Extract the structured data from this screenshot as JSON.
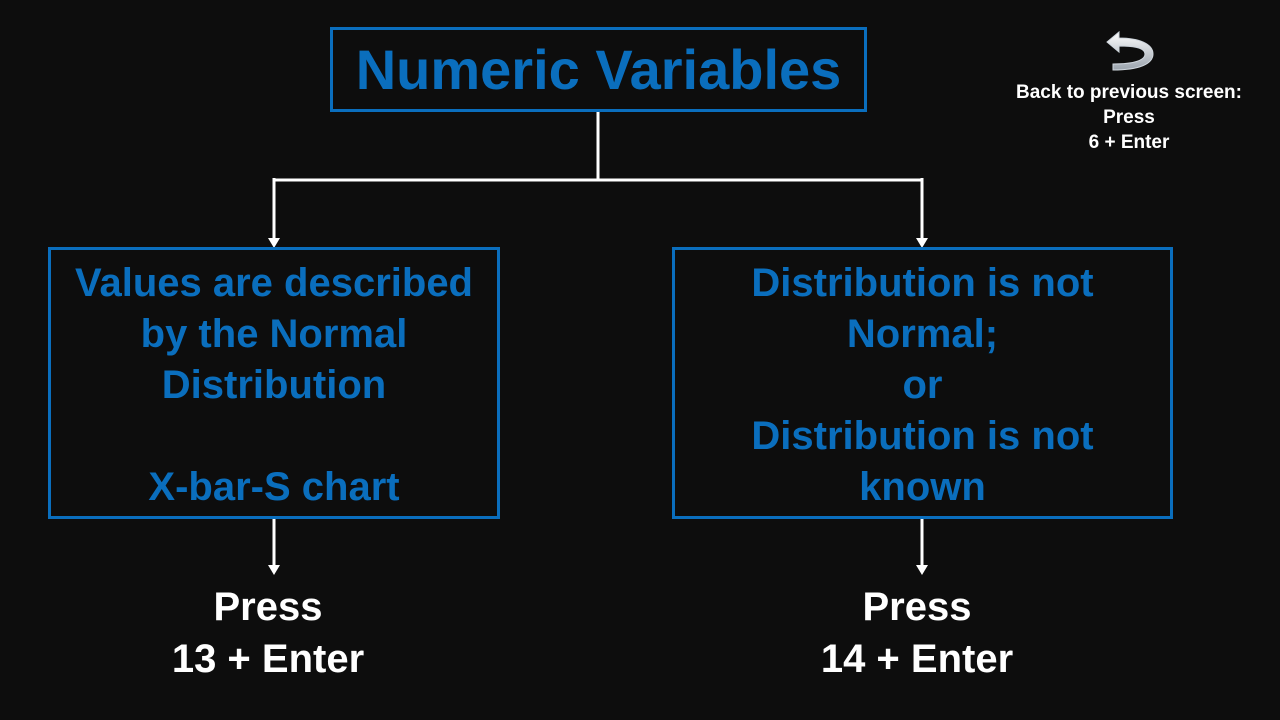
{
  "title": "Numeric Variables",
  "left_box": {
    "lines": [
      "Values are described",
      "by the Normal",
      "Distribution",
      "",
      "X-bar-S chart"
    ]
  },
  "right_box": {
    "lines": [
      "Distribution is not",
      "Normal;",
      "or",
      "Distribution is not",
      "known"
    ]
  },
  "left_press": {
    "line1": "Press",
    "line2": "13 + Enter"
  },
  "right_press": {
    "line1": "Press",
    "line2": "14 + Enter"
  },
  "back": {
    "icon": "back-arrow-icon",
    "line1": "Back to previous screen:",
    "line2": "Press",
    "line3": "6 + Enter"
  },
  "colors": {
    "background": "#0d0d0d",
    "box_accent": "#0a6ebd",
    "text_white": "#ffffff"
  }
}
